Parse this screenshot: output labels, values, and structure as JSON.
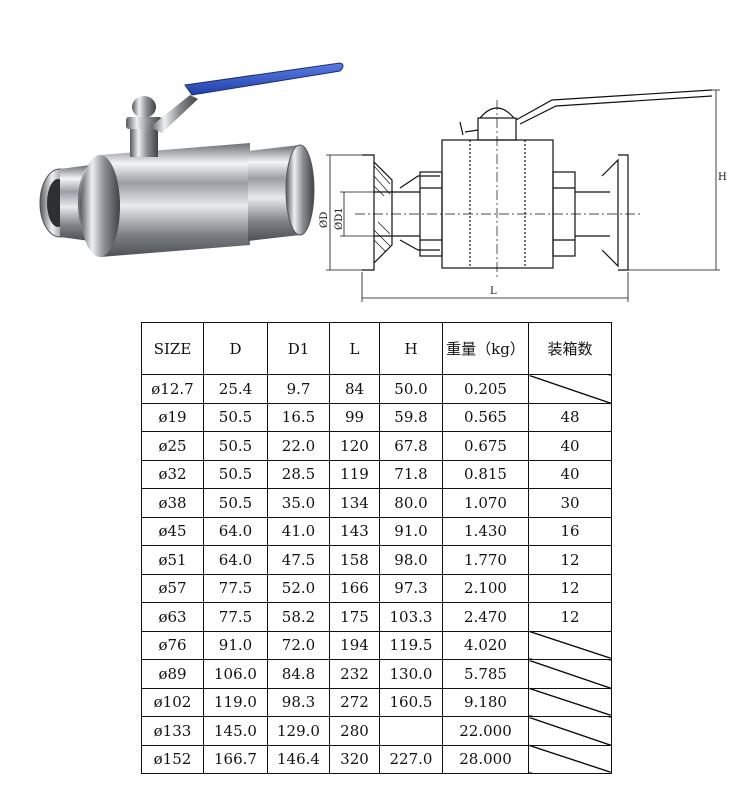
{
  "drawing": {
    "label_h": "H",
    "label_l": "L",
    "label_d": "ØD",
    "label_d1": "ØD1"
  },
  "table": {
    "headers": [
      "SIZE",
      "D",
      "D1",
      "L",
      "H",
      "重量（kg）",
      "装箱数"
    ],
    "rows": [
      [
        "ø12.7",
        "25.4",
        "9.7",
        "84",
        "50.0",
        "0.205",
        null
      ],
      [
        "ø19",
        "50.5",
        "16.5",
        "99",
        "59.8",
        "0.565",
        "48"
      ],
      [
        "ø25",
        "50.5",
        "22.0",
        "120",
        "67.8",
        "0.675",
        "40"
      ],
      [
        "ø32",
        "50.5",
        "28.5",
        "119",
        "71.8",
        "0.815",
        "40"
      ],
      [
        "ø38",
        "50.5",
        "35.0",
        "134",
        "80.0",
        "1.070",
        "30"
      ],
      [
        "ø45",
        "64.0",
        "41.0",
        "143",
        "91.0",
        "1.430",
        "16"
      ],
      [
        "ø51",
        "64.0",
        "47.5",
        "158",
        "98.0",
        "1.770",
        "12"
      ],
      [
        "ø57",
        "77.5",
        "52.0",
        "166",
        "97.3",
        "2.100",
        "12"
      ],
      [
        "ø63",
        "77.5",
        "58.2",
        "175",
        "103.3",
        "2.470",
        "12"
      ],
      [
        "ø76",
        "91.0",
        "72.0",
        "194",
        "119.5",
        "4.020",
        null
      ],
      [
        "ø89",
        "106.0",
        "84.8",
        "232",
        "130.0",
        "5.785",
        null
      ],
      [
        "ø102",
        "119.0",
        "98.3",
        "272",
        "160.5",
        "9.180",
        null
      ],
      [
        "ø133",
        "145.0",
        "129.0",
        "280",
        "",
        "22.000",
        null
      ],
      [
        "ø152",
        "166.7",
        "146.4",
        "320",
        "227.0",
        "28.000",
        null
      ]
    ]
  }
}
